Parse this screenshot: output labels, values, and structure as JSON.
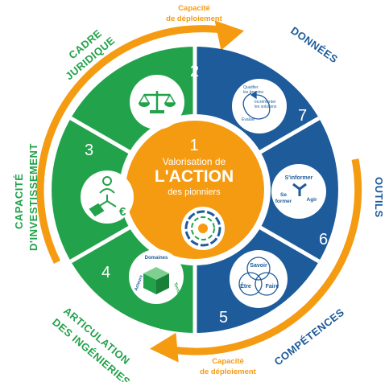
{
  "colors": {
    "green": "#22a24a",
    "blue": "#1d5b9a",
    "orange": "#f59b12",
    "white": "#ffffff"
  },
  "outer_labels": {
    "cadre": [
      "CADRE",
      "JURIDIQUE"
    ],
    "investissement": [
      "CAPACITÉ",
      "D'INVESTISSEMENT"
    ],
    "articulation": [
      "ARTICULATION",
      "DES INGÉNIERIES"
    ],
    "donnees": "DONNÉES",
    "outils": "OUTILS",
    "competences": "COMPÉTENCES"
  },
  "capacite_top": [
    "Capacité",
    "de déploiement"
  ],
  "capacite_bottom": [
    "Capacité",
    "de déploiement"
  ],
  "center": {
    "number": "1",
    "line1": "Valorisation de",
    "line2": "L'ACTION",
    "line3": "des pionniers"
  },
  "segments": {
    "s2": "2",
    "s3": "3",
    "s4": "4",
    "s5": "5",
    "s6": "6",
    "s7": "7"
  },
  "icon7": {
    "qualifier": [
      "Qualifier",
      "les besoins"
    ],
    "incrementer": [
      "Incrémenter",
      "les solutions"
    ],
    "evaluer": "Évaluer"
  },
  "icon6": {
    "sinformer": "S'informer",
    "se_former": [
      "Se",
      "former"
    ],
    "agir": "Agir"
  },
  "icon5": {
    "savoir": "Savoir",
    "etre": "Être",
    "faire": "Faire"
  },
  "icon4": {
    "domaines": "Domaines",
    "territoires": "Territoires",
    "acteurs": "Acteurs"
  },
  "icons": {
    "s2": "scales-icon",
    "s3": "people-money-icon",
    "s4": "cube-icon",
    "s5": "venn-icon",
    "s6": "cycle-icon",
    "s7": "loop-icon"
  }
}
